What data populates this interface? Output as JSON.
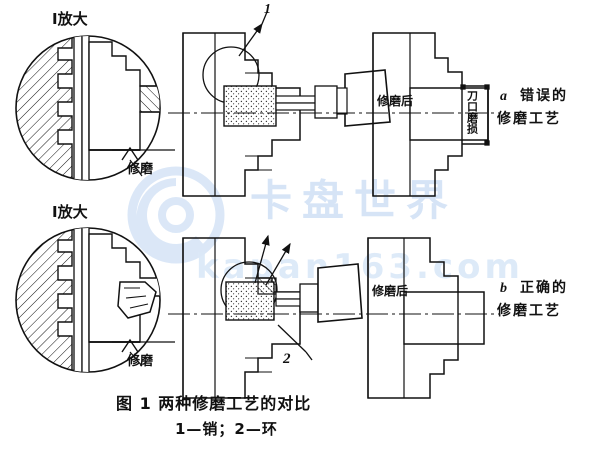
{
  "figure": {
    "type": "engineering-drawing",
    "title_caption": "图 1   两种修磨工艺的对比",
    "legend_caption": "1—销；2—环",
    "background_color": "#ffffff",
    "line_color": "#111111",
    "watermark_color": "#cfe0f5"
  },
  "watermark": {
    "logo_text": "@",
    "main_text": "卡盘世界",
    "url_text": "kapan163.com"
  },
  "upper": {
    "detail_title": "I放大",
    "detail_callout": "修磨",
    "pointer_label": "1",
    "after_grind_label": "修磨后",
    "vertical_label": "刀口磨损",
    "conclusion_letter": "a",
    "conclusion_line1": "错误的",
    "conclusion_line2": "修磨工艺"
  },
  "lower": {
    "detail_title": "I放大",
    "detail_callout": "修磨",
    "pointer_label": "2",
    "after_grind_label": "修磨后",
    "conclusion_letter": "b",
    "conclusion_line1": "正确的",
    "conclusion_line2": "修磨工艺"
  }
}
